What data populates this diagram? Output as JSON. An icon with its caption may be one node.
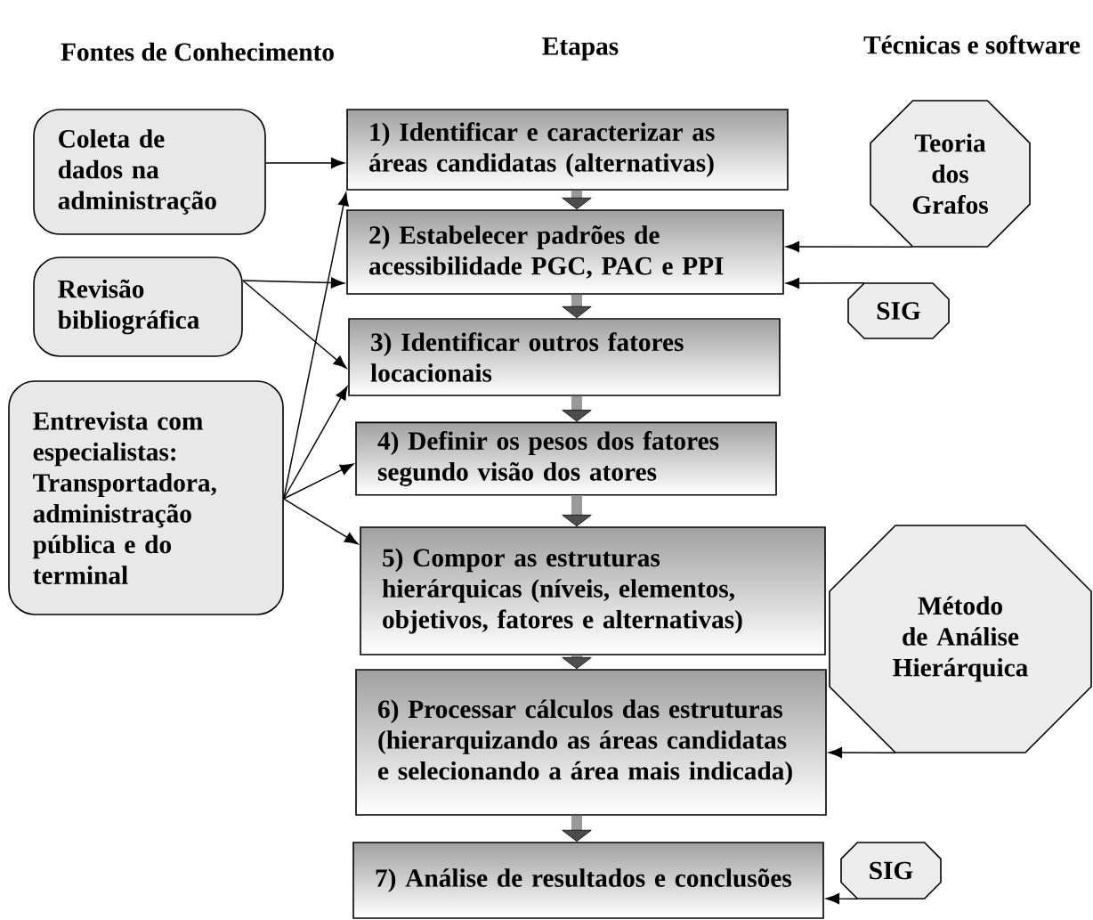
{
  "diagram": {
    "nodes": [
      {
        "text": [
          "Coleta de dados na administração"
        ]
      },
      {
        "text": [
          "Revisão bibliográfica"
        ]
      },
      {
        "text": [
          "Entrevista com especialistas: Transportadora, administração pública e do terminal"
        ]
      },
      {
        "text": [
          "1) Identificar e caracterizar as áreas candidatas (alternativas)"
        ]
      },
      {
        "text": [
          "2) Estabelecer padrões de acessibilidade PGC, PAC e PPI"
        ]
      },
      {
        "text": [
          "3) Identificar outros fatores locacionais"
        ]
      },
      {
        "text": [
          "4) Definir os pesos dos fatores segundo visão dos atores"
        ]
      },
      {
        "text": [
          "5) Compor as estruturas hierárquicas (níveis, elementos, objetivos, fatores e alternativas)"
        ]
      },
      {
        "text": [
          "6) Processar cálculos das estruturas (hierarquizando as áreas candidatas e selecionando a área mais indicada)"
        ]
      },
      {
        "text": [
          "7) Análise de resultados e conclusões"
        ]
      },
      {
        "text": [
          "Teoria dos Grafos"
        ]
      },
      {
        "text": [
          "SIG"
        ]
      },
      {
        "text": [
          "Método de Análise Hierárquica"
        ]
      },
      {
        "text": [
          "SIG"
        ]
      }
    ],
    "edges": [
      {
        "from": 0,
        "to": 3,
        "arrow": "to"
      },
      {
        "from": 1,
        "to": 4,
        "arrow": "to"
      },
      {
        "from": 1,
        "to": 5,
        "arrow": "to"
      },
      {
        "from": 2,
        "to": 3,
        "arrow": "to"
      },
      {
        "from": 2,
        "to": 5,
        "arrow": "to"
      },
      {
        "from": 2,
        "to": 6,
        "arrow": "to"
      },
      {
        "from": 2,
        "to": 7,
        "arrow": "to"
      },
      {
        "from": 10,
        "to": 4,
        "arrow": "to"
      },
      {
        "from": 11,
        "to": 4,
        "arrow": "to"
      },
      {
        "from": 12,
        "to": 8,
        "arrow": "to"
      },
      {
        "from": 13,
        "to": 9,
        "arrow": "to"
      },
      {
        "from": 3,
        "to": 4,
        "arrow": "to",
        "style": "thick",
        "color": "#999999"
      },
      {
        "from": 4,
        "to": 5,
        "arrow": "to",
        "style": "thick",
        "color": "#999999"
      },
      {
        "from": 5,
        "to": 6,
        "arrow": "to",
        "style": "thick",
        "color": "#999999"
      },
      {
        "from": 6,
        "to": 7,
        "arrow": "to",
        "style": "thick",
        "color": "#999999"
      },
      {
        "from": 7,
        "to": 8,
        "arrow": "to",
        "style": "thick",
        "color": "#999999"
      },
      {
        "from": 8,
        "to": 9,
        "arrow": "to",
        "style": "thick",
        "color": "#999999"
      }
    ],
    "labels": [
      "Fontes de Conhecimento",
      "Etapas",
      "Técnicas e software"
    ]
  }
}
